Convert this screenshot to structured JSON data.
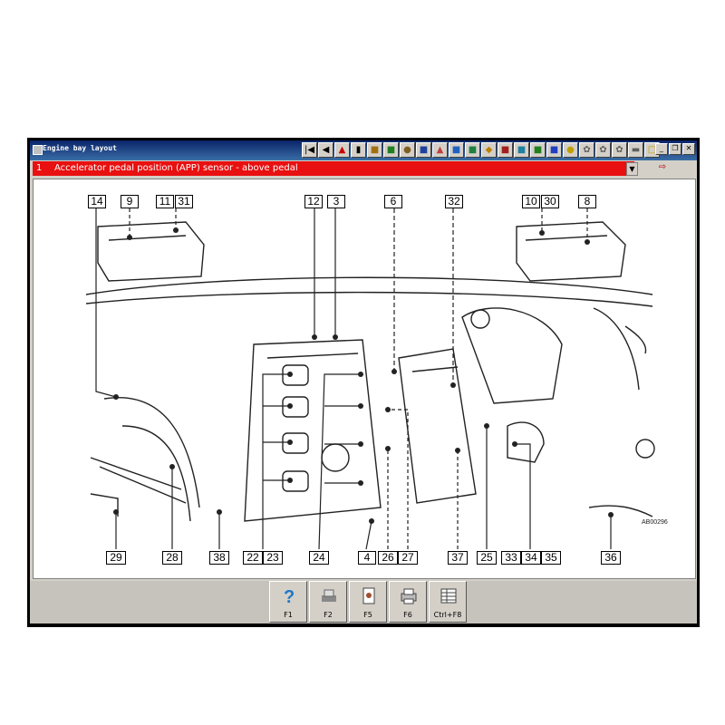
{
  "window": {
    "title": "Engine bay layout"
  },
  "toolbar": {
    "icons": [
      "first-icon",
      "prev-icon",
      "warning-icon",
      "book-icon",
      "tool-icon",
      "tool-icon",
      "tool-icon",
      "tool-icon",
      "tool-icon",
      "tool-icon",
      "tool-icon",
      "tool-icon",
      "tool-icon",
      "tool-icon",
      "tool-icon",
      "tool-icon",
      "tool-icon",
      "tool-icon",
      "tool-icon",
      "tool-icon",
      "tool-icon",
      "tool-icon",
      "tool-icon"
    ]
  },
  "component_bar": {
    "number": "1",
    "text": "Accelerator pedal position (APP) sensor - above pedal"
  },
  "diagram": {
    "reference": "AB00296",
    "callouts_top": [
      "14",
      "9",
      "11",
      "31",
      "12",
      "3",
      "6",
      "32",
      "10",
      "30",
      "8"
    ],
    "callouts_bottom": [
      "29",
      "28",
      "38",
      "22",
      "23",
      "24",
      "4",
      "26",
      "27",
      "37",
      "25",
      "33",
      "34",
      "35",
      "36"
    ]
  },
  "fkeys": [
    {
      "label": "F1",
      "icon": "help-icon"
    },
    {
      "label": "F2",
      "icon": "print-icon"
    },
    {
      "label": "F5",
      "icon": "document-icon"
    },
    {
      "label": "F6",
      "icon": "printer-icon"
    },
    {
      "label": "Ctrl+F8",
      "icon": "table-icon"
    }
  ],
  "colors": {
    "titlebar": "#0a246a",
    "component_bar": "#e81010",
    "window": "#d4d0c8"
  }
}
